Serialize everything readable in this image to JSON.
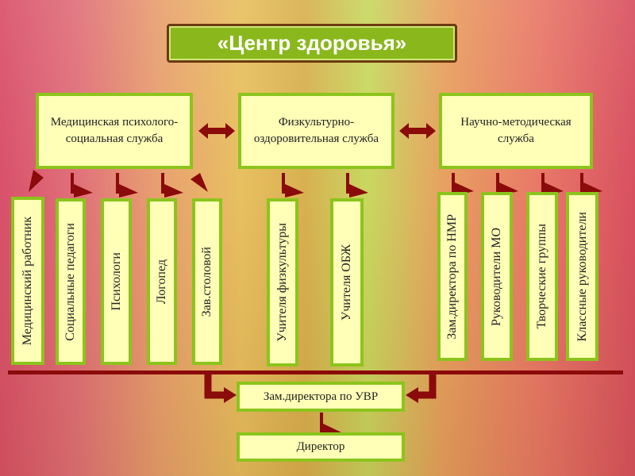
{
  "title": "«Центр здоровья»",
  "services": [
    {
      "label": "Медицинская психолого-социальная служба"
    },
    {
      "label": "Физкультурно-оздоровительная служба"
    },
    {
      "label": "Научно-методическая служба"
    }
  ],
  "units": [
    {
      "label": "Медицинский работник"
    },
    {
      "label": "Социальные педагоги"
    },
    {
      "label": "Психологи"
    },
    {
      "label": "Логопед"
    },
    {
      "label": "Зав.столовой"
    },
    {
      "label": "Учителя физкультуры"
    },
    {
      "label": "Учителя ОБЖ"
    },
    {
      "label": "Зам.директора по НМР"
    },
    {
      "label": "Руководители МО"
    },
    {
      "label": "Творческие группы"
    },
    {
      "label": "Классные руководители"
    }
  ],
  "deputy": "Зам.директора по УВР",
  "director": "Директор",
  "colors": {
    "connector": "#8b0a0a",
    "box_border": "#8cc41c",
    "box_fill": "#ffffb8"
  }
}
